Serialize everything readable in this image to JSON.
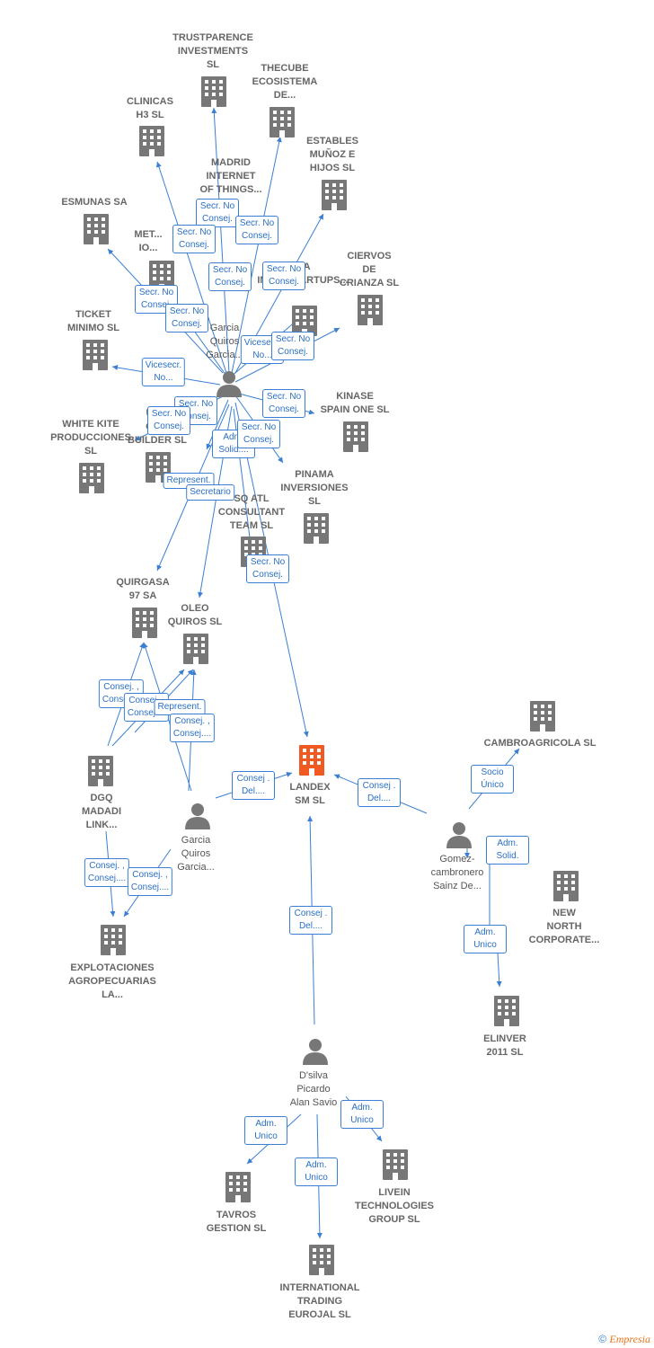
{
  "colors": {
    "edge": "#3a7fd4",
    "building": "#777777",
    "building_main": "#f05a22",
    "person": "#777777"
  },
  "companies": [
    {
      "id": "trustparence",
      "label": "TRUSTPARENCE\nINVESTMENTS\nSL"
    },
    {
      "id": "thecube",
      "label": "THECUBE\nECOSISTEMA\nDE..."
    },
    {
      "id": "clinicas",
      "label": "CLINICAS\nH3  SL"
    },
    {
      "id": "estables",
      "label": "ESTABLES\nMUÑOZ E\nHIJOS  SL"
    },
    {
      "id": "madrid",
      "label": "MADRID\nINTERNET\nOF THINGS..."
    },
    {
      "id": "esmunas",
      "label": "ESMUNAS SA"
    },
    {
      "id": "met",
      "label": "MET...\nIO..."
    },
    {
      "id": "ciervos",
      "label": "CIERVOS\nDE\nCRIANZA SL"
    },
    {
      "id": "invers",
      "label": "...A\nINVERSTARTUPS..."
    },
    {
      "id": "ticket",
      "label": "TICKET\nMINIMO  SL"
    },
    {
      "id": "kinase",
      "label": "KINASE\nSPAIN ONE  SL"
    },
    {
      "id": "whitekite",
      "label": "WHITE KITE\nPRODUCCIONES\nSL"
    },
    {
      "id": "builder",
      "label": "UN...\nCO...\nBUILDER  SL"
    },
    {
      "id": "pinama",
      "label": "PINAMA\nINVERSIONES\nSL"
    },
    {
      "id": "sqatl",
      "label": "SQ ATL\nCONSULTANT\nTEAM  SL"
    },
    {
      "id": "quirgasa",
      "label": "QUIRGASA\n97 SA"
    },
    {
      "id": "oleo",
      "label": "OLEO\nQUIROS  SL"
    },
    {
      "id": "landex",
      "label": "LANDEX\nSM  SL"
    },
    {
      "id": "cambro",
      "label": "CAMBROAGRICOLA SL"
    },
    {
      "id": "dgq",
      "label": "DGQ\nMADADI\nLINK..."
    },
    {
      "id": "newnorth",
      "label": "NEW\nNORTH\nCORPORATE..."
    },
    {
      "id": "elinver",
      "label": "ELINVER\n2011 SL"
    },
    {
      "id": "explot",
      "label": "EXPLOTACIONES\nAGROPECUARIAS\nLA..."
    },
    {
      "id": "livein",
      "label": "LIVEIN\nTECHNOLOGIES\nGROUP  SL"
    },
    {
      "id": "tavros",
      "label": "TAVROS\nGESTION  SL"
    },
    {
      "id": "intl",
      "label": "INTERNATIONAL\nTRADING\nEUROJAL  SL"
    }
  ],
  "people": [
    {
      "id": "garcia1",
      "label": "Garcia\nQuiros\nGarcia..."
    },
    {
      "id": "garcia2",
      "label": "Garcia\nQuiros\nGarcia..."
    },
    {
      "id": "gomez",
      "label": "Gomez-\ncambronero\nSainz De..."
    },
    {
      "id": "dsilva",
      "label": "D'silva\nPicardo\nAlan Savio"
    }
  ],
  "relations": [
    {
      "text": "Secr.  No\nConsej."
    },
    {
      "text": "Secr.  No\nConsej."
    },
    {
      "text": "Secr.  No\nConsej."
    },
    {
      "text": "Secr.  No\nConsej."
    },
    {
      "text": "Secr.  No\nConsej."
    },
    {
      "text": "Secr.  No\nConsej."
    },
    {
      "text": "Secr.  No\nConsej."
    },
    {
      "text": "Vicesecr.\nNo..."
    },
    {
      "text": "Secr.  No\nConsej."
    },
    {
      "text": "Vicesecr.\nNo..."
    },
    {
      "text": "Secr.  No\nConsej."
    },
    {
      "text": "Secr.  No\nConsej."
    },
    {
      "text": "Secr.  No\nConsej."
    },
    {
      "text": "Adm.\nSolid...."
    },
    {
      "text": "Secr.  No\nConsej."
    },
    {
      "text": "Represent."
    },
    {
      "text": "Secretario"
    },
    {
      "text": "Secr.  No\nConsej."
    },
    {
      "text": "Consej. ,\nConsej...."
    },
    {
      "text": "Consej. ,\nConsej...."
    },
    {
      "text": "Represent."
    },
    {
      "text": "Consej. ,\nConsej...."
    },
    {
      "text": "Consej .\nDel...."
    },
    {
      "text": "Consej .\nDel...."
    },
    {
      "text": "Socio\nÚnico"
    },
    {
      "text": "Adm.\nSolid."
    },
    {
      "text": "Adm.\nUnico"
    },
    {
      "text": "Consej. ,\nConsej...."
    },
    {
      "text": "Consej. ,\nConsej...."
    },
    {
      "text": "Consej .\nDel...."
    },
    {
      "text": "Adm.\nUnico"
    },
    {
      "text": "Adm.\nUnico"
    },
    {
      "text": "Adm.\nUnico"
    }
  ],
  "footer": {
    "copyright": "©",
    "brand_first": "E",
    "brand_rest": "mpresia"
  }
}
